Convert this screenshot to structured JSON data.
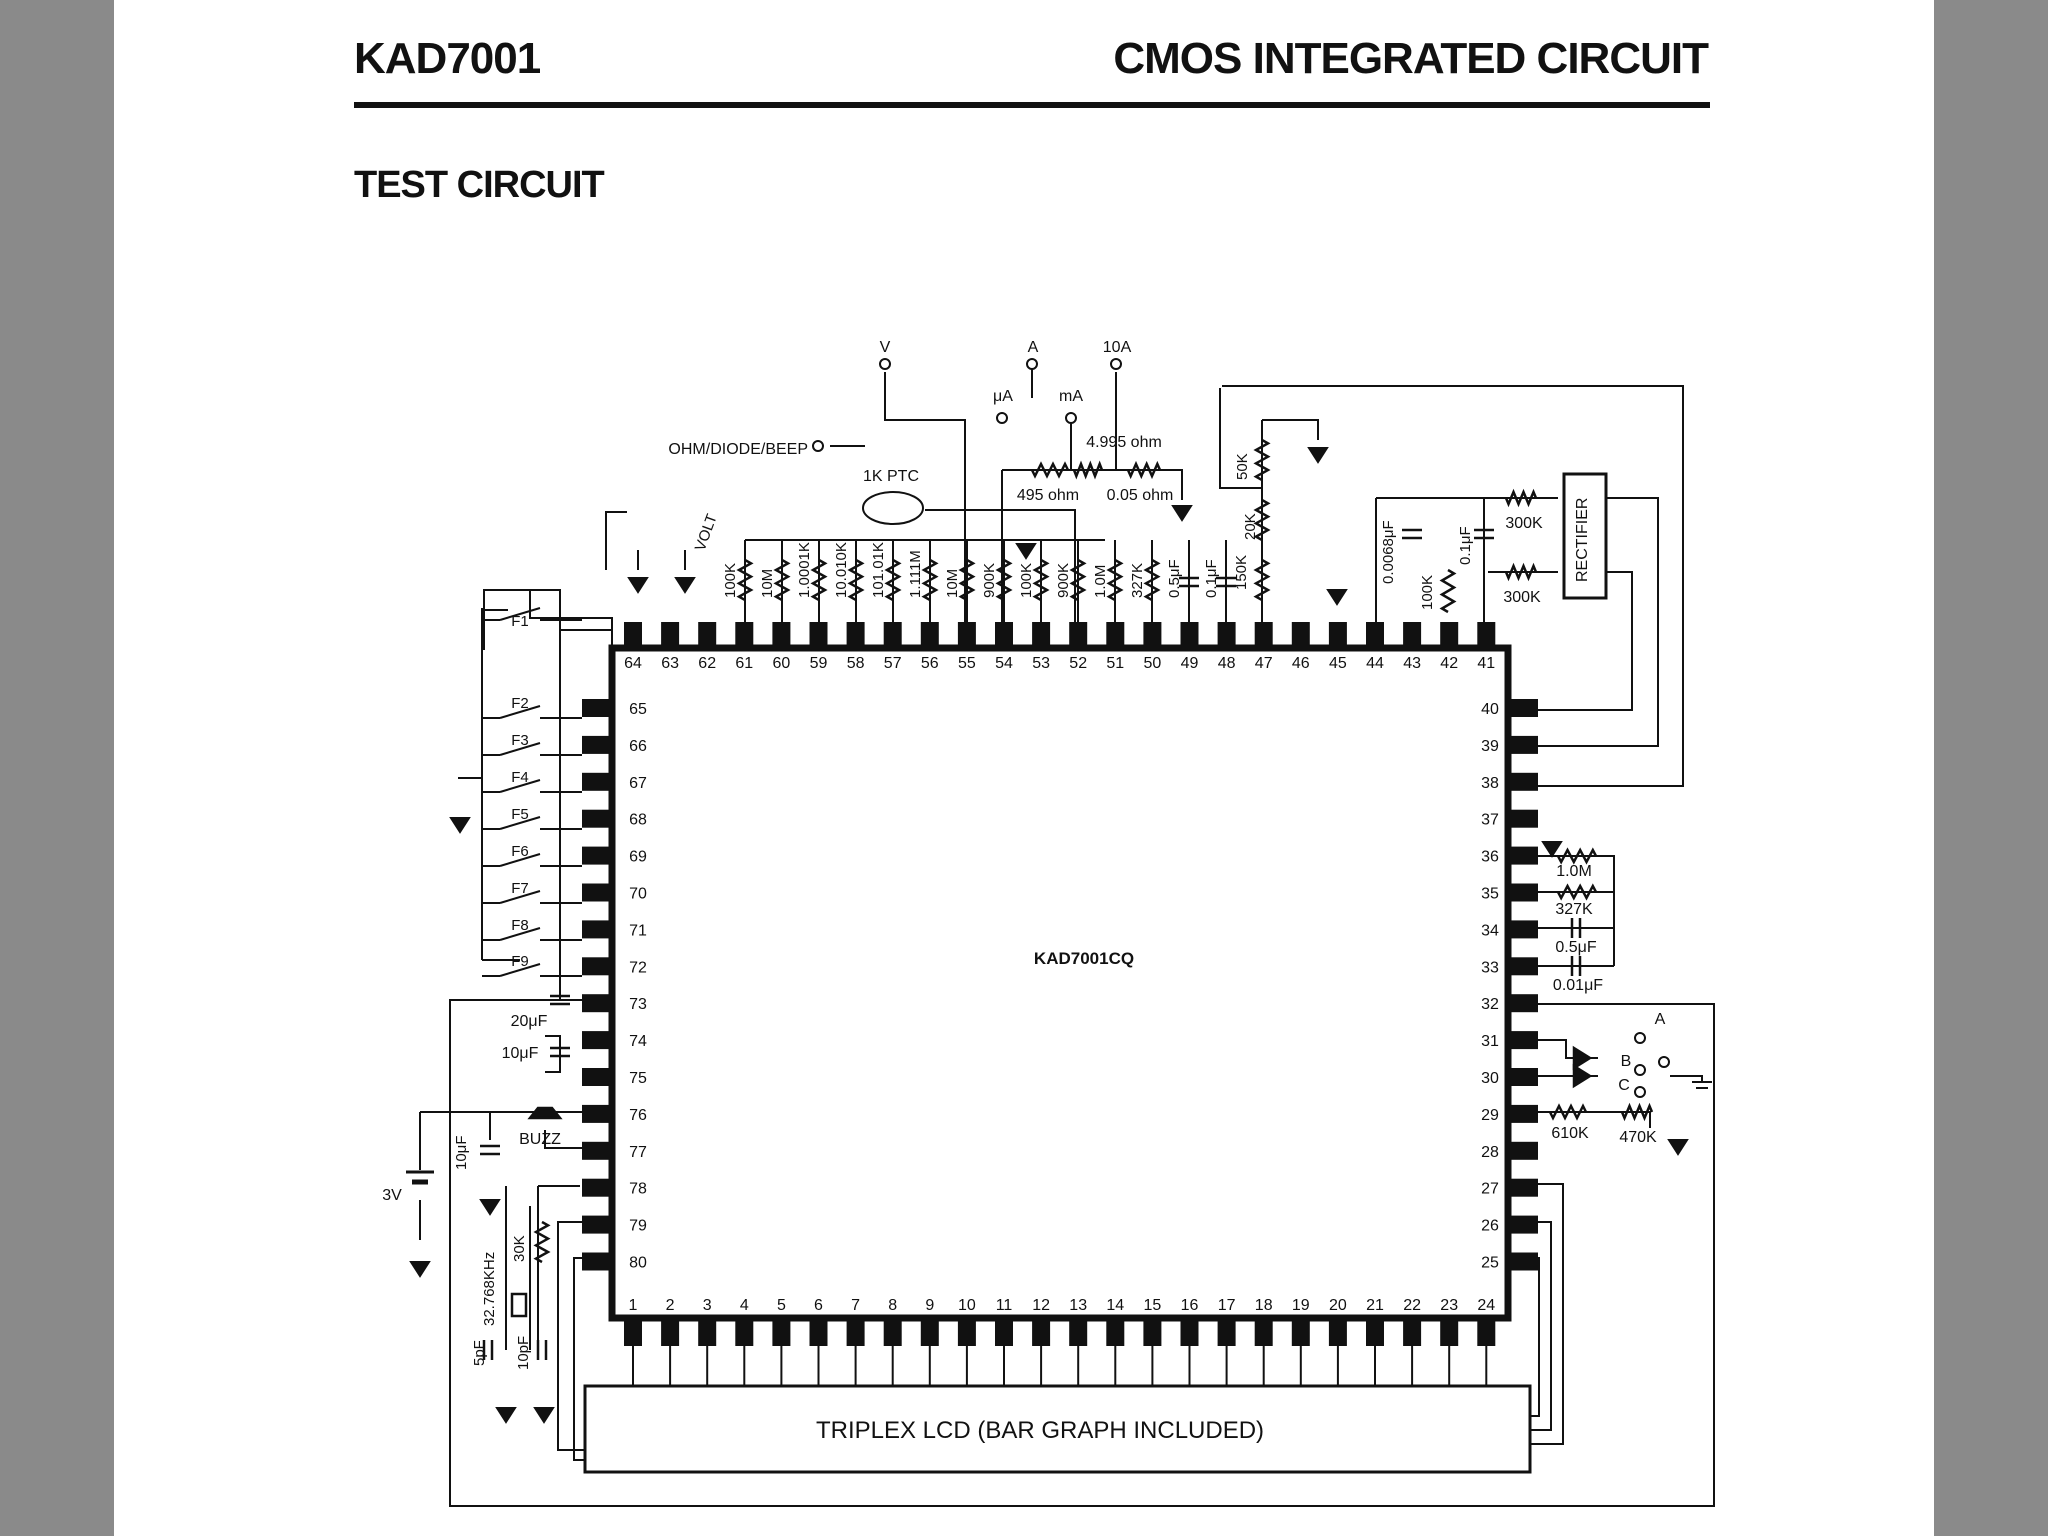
{
  "header": {
    "part_number": "KAD7001",
    "category": "CMOS INTEGRATED CIRCUIT"
  },
  "section": {
    "title": "TEST CIRCUIT"
  },
  "chip": {
    "label": "KAD7001CQ"
  },
  "lcd": {
    "label": "TRIPLEX LCD (BAR GRAPH INCLUDED)"
  },
  "pins": {
    "top": [
      "64",
      "63",
      "62",
      "61",
      "60",
      "59",
      "58",
      "57",
      "56",
      "55",
      "54",
      "53",
      "52",
      "51",
      "50",
      "49",
      "48",
      "47",
      "46",
      "45",
      "44",
      "43",
      "42",
      "41"
    ],
    "bottom": [
      "1",
      "2",
      "3",
      "4",
      "5",
      "6",
      "7",
      "8",
      "9",
      "10",
      "11",
      "12",
      "13",
      "14",
      "15",
      "16",
      "17",
      "18",
      "19",
      "20",
      "21",
      "22",
      "23",
      "24"
    ],
    "left": [
      "65",
      "66",
      "67",
      "68",
      "69",
      "70",
      "71",
      "72",
      "73",
      "74",
      "75",
      "76",
      "77",
      "78",
      "79",
      "80"
    ],
    "right": [
      "40",
      "39",
      "38",
      "37",
      "36",
      "35",
      "34",
      "33",
      "32",
      "31",
      "30",
      "29",
      "28",
      "27",
      "26",
      "25"
    ]
  },
  "terminals": {
    "v": "V",
    "a": "A",
    "a10": "10A",
    "ua": "μA",
    "ma": "mA",
    "ohm": "OHM/DIODE/BEEP",
    "A": "A",
    "B": "B",
    "C": "C"
  },
  "top_components": {
    "ptc": "1K PTC",
    "volt": "VOLT",
    "r_4995": "4.995 ohm",
    "r_495": "495 ohm",
    "r_005": "0.05 ohm",
    "r_50k": "50K",
    "r_20k": "20K",
    "r_150k": "150K",
    "c_00068": "0.0068μF",
    "c_01": "0.1μF",
    "r_100k_b": "100K",
    "r_300k_1": "300K",
    "r_300k_2": "300K",
    "rectifier": "RECTIFIER",
    "vertical": [
      "100K",
      "10M",
      "1.0001K",
      "10.010K",
      "101.01K",
      "1.111M",
      "10M",
      "900K",
      "100K",
      "900K",
      "1.0M",
      "327K",
      "0.5μF",
      "0.1μF"
    ]
  },
  "right_components": {
    "r_10m": "1.0M",
    "r_327k": "327K",
    "c_05": "0.5μF",
    "c_001": "0.01μF",
    "r_610k": "610K",
    "r_470k": "470K"
  },
  "left_components": {
    "switches": [
      "F1",
      "F2",
      "F3",
      "F4",
      "F5",
      "F6",
      "F7",
      "F8",
      "F9"
    ],
    "c_20": "20μF",
    "c_10": "10μF",
    "c_10b": "10μF",
    "buzz": "BUZZ",
    "battery": "3V",
    "r_30k": "30K",
    "crystal": "32.768KHz",
    "c_5p": "5pF",
    "c_10p": "10pF"
  }
}
